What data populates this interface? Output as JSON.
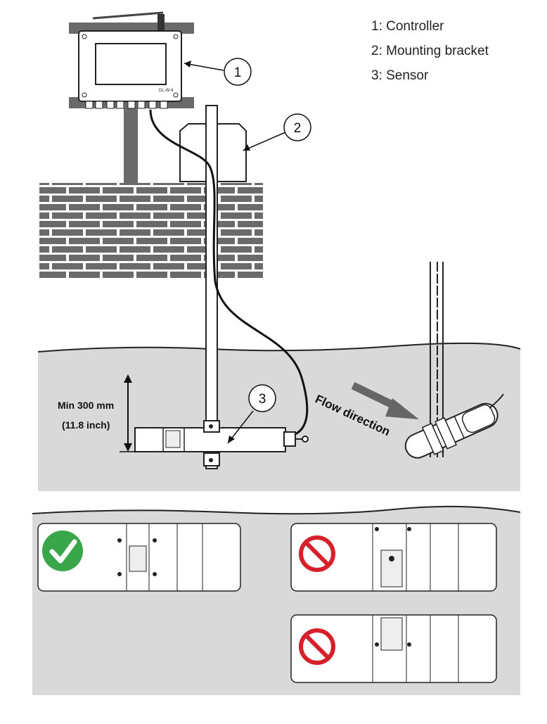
{
  "legend": [
    {
      "id": "1",
      "label": "1: Controller"
    },
    {
      "id": "2",
      "label": "2: Mounting bracket"
    },
    {
      "id": "3",
      "label": "3: Sensor"
    }
  ],
  "callouts": {
    "controller": "1",
    "bracket": "2",
    "sensor": "3"
  },
  "controller_label": "DL-W-6",
  "measurement": {
    "line1": "Min 300 mm",
    "line2": "(11.8 inch)"
  },
  "flow_label": "Flow direction",
  "examples": [
    {
      "status": "correct",
      "icon": "check-icon"
    },
    {
      "status": "incorrect",
      "icon": "prohibited-icon"
    },
    {
      "status": "incorrect",
      "icon": "prohibited-icon"
    }
  ],
  "colors": {
    "water": "#d9d9d9",
    "brick": "#6a6a6a",
    "ok": "#3aa64a",
    "no": "#d6202a"
  }
}
